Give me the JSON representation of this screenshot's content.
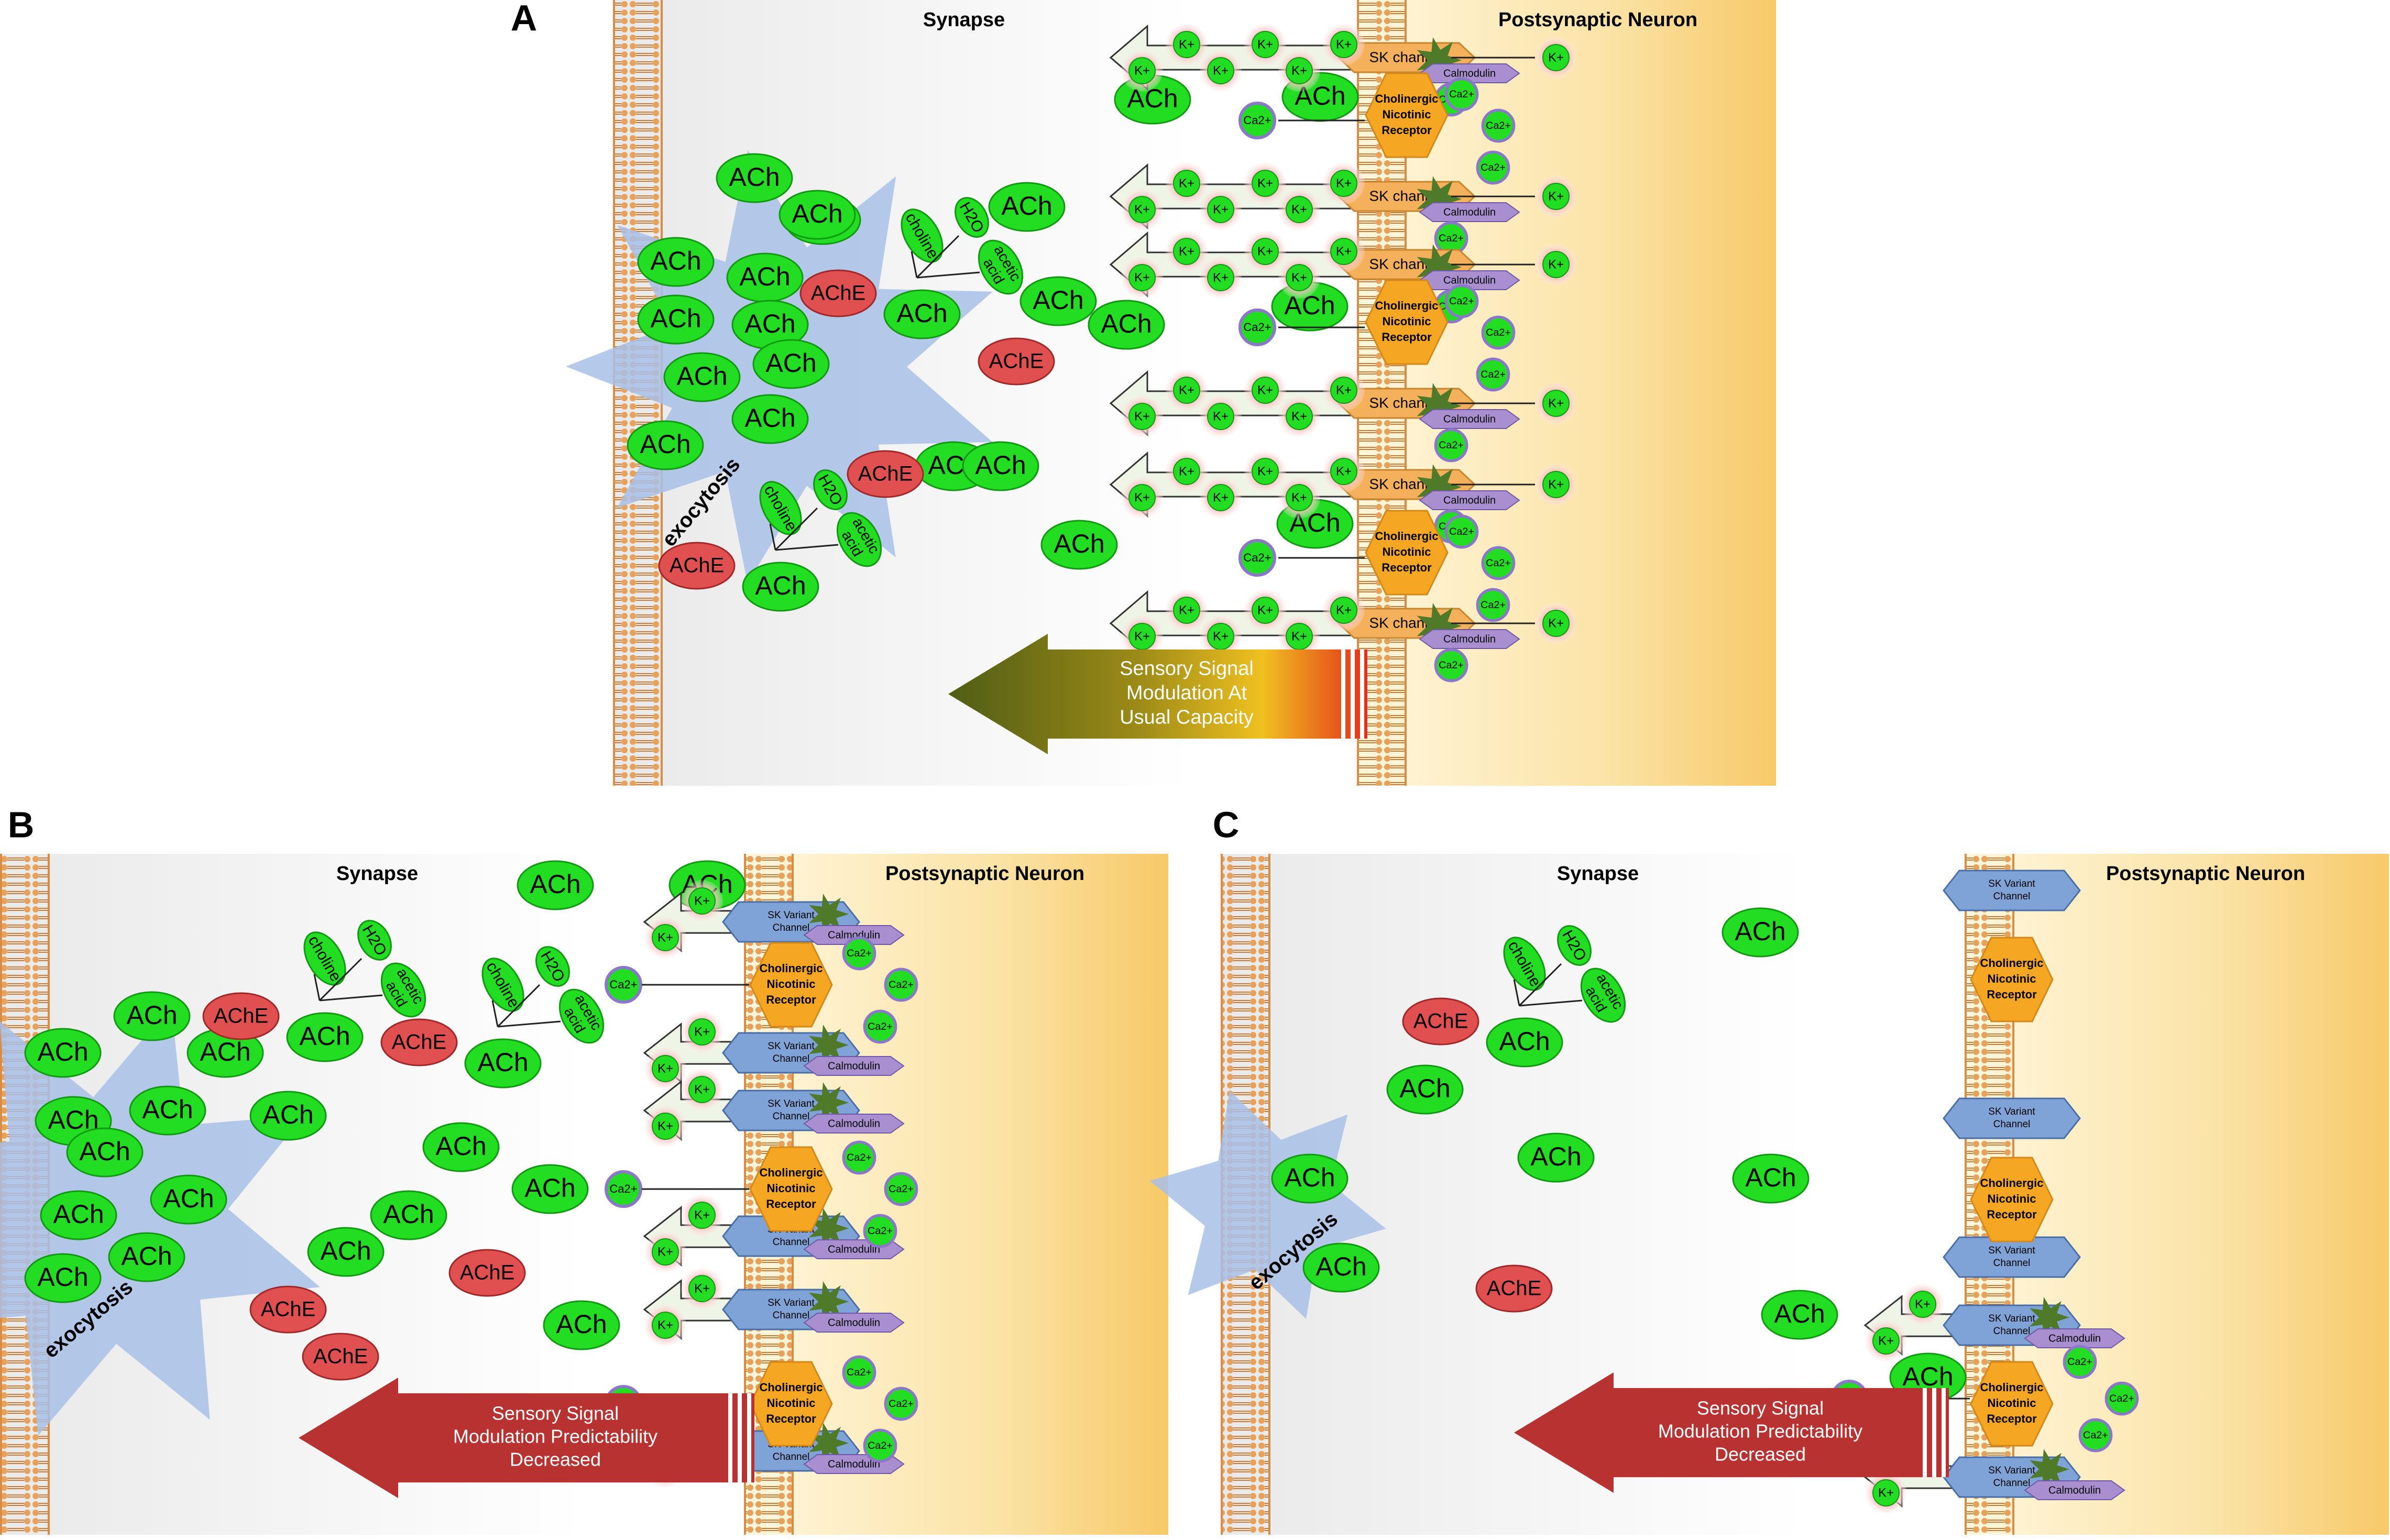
{
  "figure": {
    "panels": [
      {
        "id": "A",
        "letter": "A",
        "synapse_title": "Synapse",
        "postsynaptic_title": "Postsynaptic Neuron",
        "exocytosis_label": "exocytosis",
        "arrow_text": [
          "Sensory Signal",
          "Modulation At",
          "Usual Capacity"
        ],
        "arrow_style": "gradient"
      },
      {
        "id": "B",
        "letter": "B",
        "synapse_title": "Synapse",
        "postsynaptic_title": "Postsynaptic Neuron",
        "exocytosis_label": "exocytosis",
        "arrow_text": [
          "Sensory Signal",
          "Modulation Predictability",
          "Decreased"
        ],
        "arrow_style": "red"
      },
      {
        "id": "C",
        "letter": "C",
        "synapse_title": "Synapse",
        "postsynaptic_title": "Postsynaptic Neuron",
        "exocytosis_label": "exocytosis",
        "arrow_text": [
          "Sensory Signal",
          "Modulation Predictability",
          "Decreased"
        ],
        "arrow_style": "red"
      }
    ],
    "molecule_labels": {
      "ach": "ACh",
      "ache": "AChE",
      "k": "K+",
      "ca": "Ca2+",
      "choline": "choline",
      "h2o": "H2O",
      "acetic_acid": [
        "acetic",
        "acid"
      ]
    },
    "channel_labels": {
      "sk_channel": "SK channel",
      "sk_variant": [
        "SK Variant",
        "Channel"
      ],
      "calmodulin": "Calmodulin",
      "receptor": [
        "Cholinergic",
        "Nicotinic",
        "Receptor"
      ]
    },
    "colors": {
      "membrane": "#e8a15a",
      "ach_fill": "#22dd22",
      "ache_fill": "#e05050",
      "k_halo": "#f2a0a0",
      "ca_ring": "#8b78c8",
      "receptor": "#f5a623",
      "sk_channel": "#8fb4e0",
      "calmodulin": "#a98fd0",
      "vesicle": "#a8c0e8",
      "neuron_bg": "#f8d27a",
      "arrow_red": "#b83232",
      "arrow_green": "#5a6a1a"
    }
  }
}
